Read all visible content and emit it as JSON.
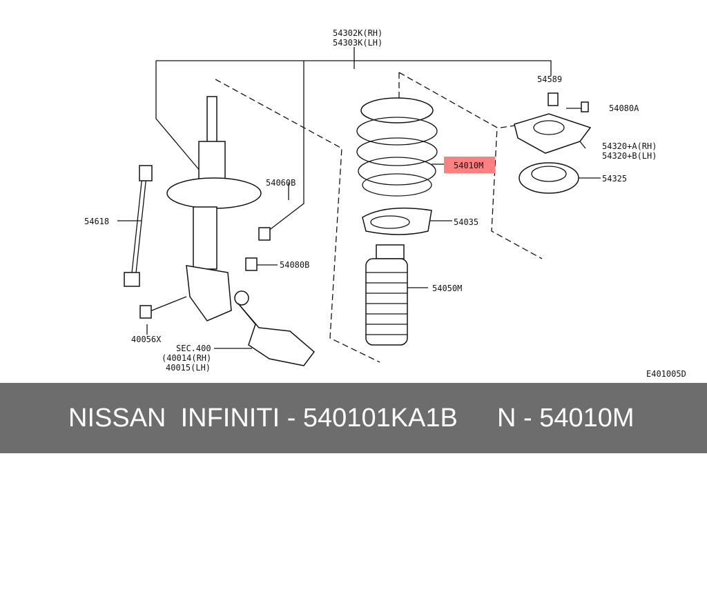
{
  "diagram": {
    "labels": {
      "strut_rh": "54302K(RH)",
      "strut_lh": "54303K(LH)",
      "nut_54589": "54589",
      "bolt_54080a": "54080A",
      "mount_rh": "54320+A(RH)",
      "mount_lh": "54320+B(LH)",
      "spring": "54010M",
      "bearing": "54325",
      "seat": "54035",
      "nut_54060b": "54060B",
      "stabilizer_link": "54618",
      "nut_54080b": "54080B",
      "bound_bumper": "54050M",
      "bolt_40056x": "40056X",
      "sec": "SEC.400",
      "knuckle_rh": "(40014(RH)",
      "knuckle_lh": "40015(LH)",
      "code": "E401005D"
    },
    "highlight_color": "#ff8080"
  },
  "banner": {
    "left": "NISSAN  INFINITI - 540101KA1B",
    "right": "N - 54010M"
  }
}
